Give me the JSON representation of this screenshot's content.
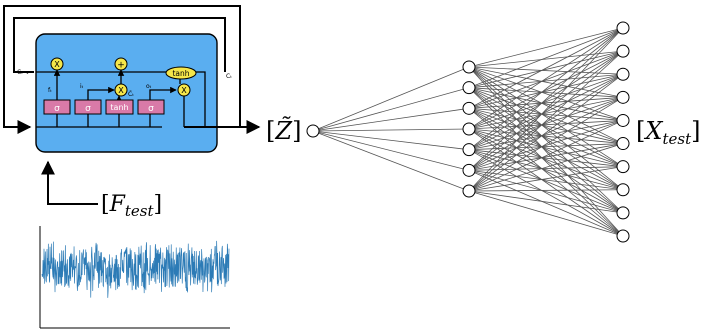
{
  "lstm_cell": {
    "gate_sigma_1": "σ",
    "gate_sigma_2": "σ",
    "gate_tanh": "tanh",
    "gate_sigma_3": "σ",
    "op_multiply": "X",
    "op_add": "+",
    "cell_tanh": "tanh",
    "label_c_prev": "Cₜ₋₁",
    "label_c_t": "Cₜ",
    "label_f_t": "fₜ",
    "label_i_t": "iₜ",
    "label_c_tilde": "C̃ₜ",
    "label_o_t": "oₜ"
  },
  "labels": {
    "latent_open": "[",
    "latent_var": "Z̃",
    "latent_close": "]",
    "input_open": "[",
    "input_var": "F",
    "input_sub": "test",
    "input_close": "]",
    "output_open": "[",
    "output_var": "X",
    "output_sub": "test",
    "output_close": "]"
  },
  "network": {
    "layers": [
      1,
      7,
      10
    ]
  },
  "colors": {
    "cell_fill": "#5aaef0",
    "gate_fill": "#d97aa8",
    "op_fill": "#f5e64a",
    "signal": "#2c7bb6",
    "edge": "#555555"
  }
}
